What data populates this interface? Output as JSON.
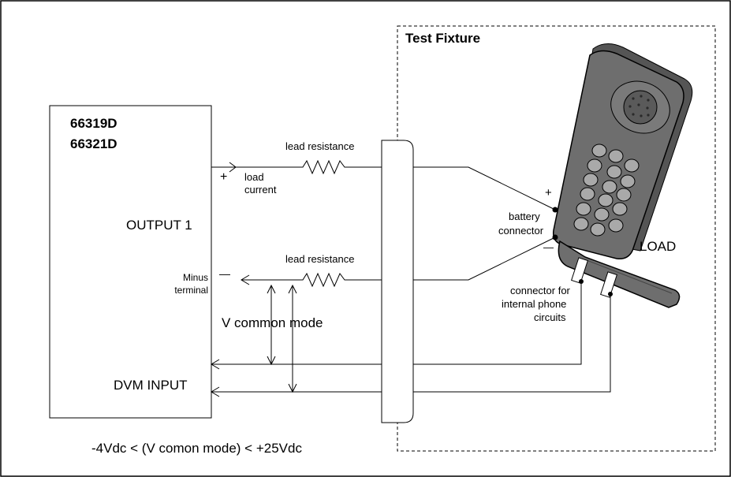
{
  "supply": {
    "model_1": "66319D",
    "model_2": "66321D",
    "output_label": "OUTPUT 1",
    "minus_terminal_line1": "Minus",
    "minus_terminal_line2": "terminal",
    "dvm_input_label": "DVM INPUT",
    "plus_sign": "+",
    "minus_sign": "—"
  },
  "wiring": {
    "lead_resistance_top": "lead resistance",
    "lead_resistance_bottom": "lead resistance",
    "load_current_line1": "load",
    "load_current_line2": "current",
    "v_common_mode": "V common mode"
  },
  "fixture": {
    "title": "Test Fixture",
    "plus_sign": "+",
    "minus_sign": "—",
    "battery_connector_line1": "battery",
    "battery_connector_line2": "connector",
    "connector_line1": "connector for",
    "connector_line2": "internal phone",
    "connector_line3": "circuits",
    "load_label": "LOAD"
  },
  "footnote": "-4Vdc < (V comon mode) < +25Vdc"
}
